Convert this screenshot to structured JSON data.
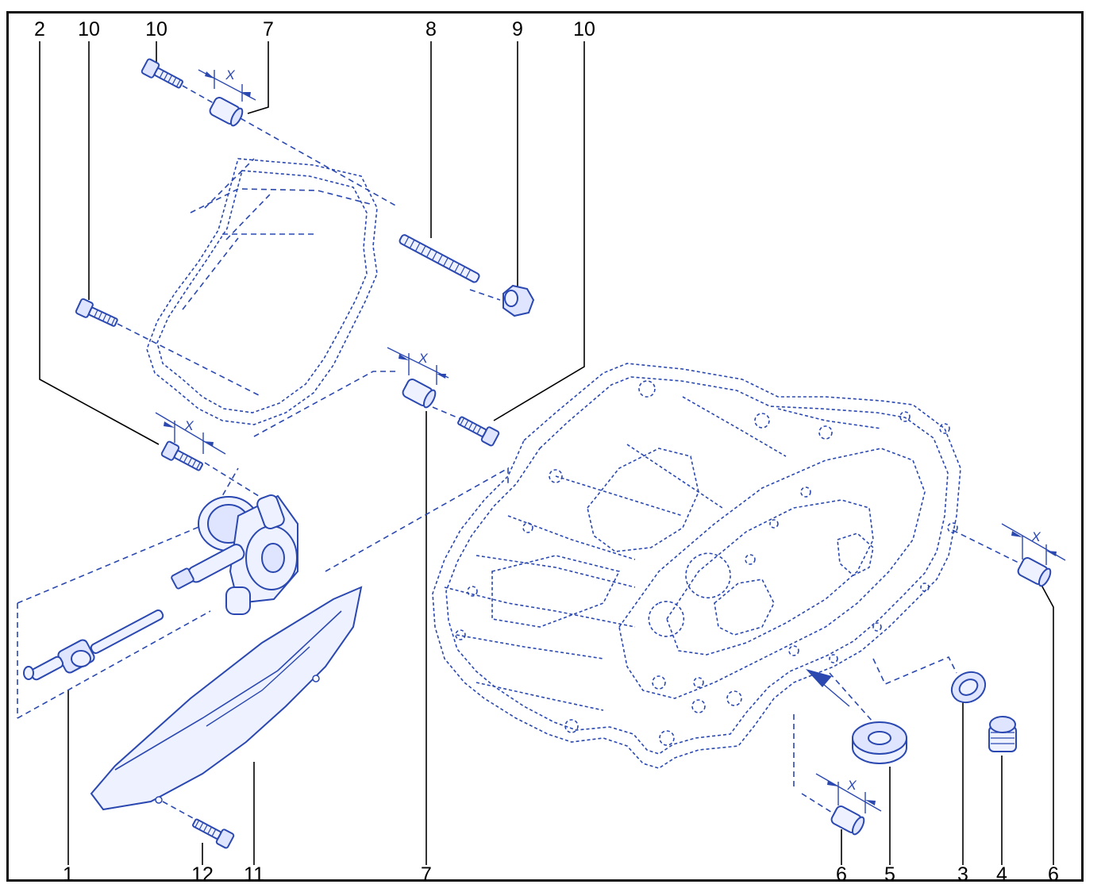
{
  "callouts": {
    "top": [
      "2",
      "10",
      "10",
      "7",
      "8",
      "9",
      "10"
    ],
    "bottom": [
      "1",
      "12",
      "11",
      "7",
      "6",
      "5",
      "3",
      "4",
      "6"
    ]
  },
  "dimension_label": "X",
  "colors": {
    "linework": "#2a48b0",
    "leader": "#000000",
    "frame": "#111111"
  }
}
